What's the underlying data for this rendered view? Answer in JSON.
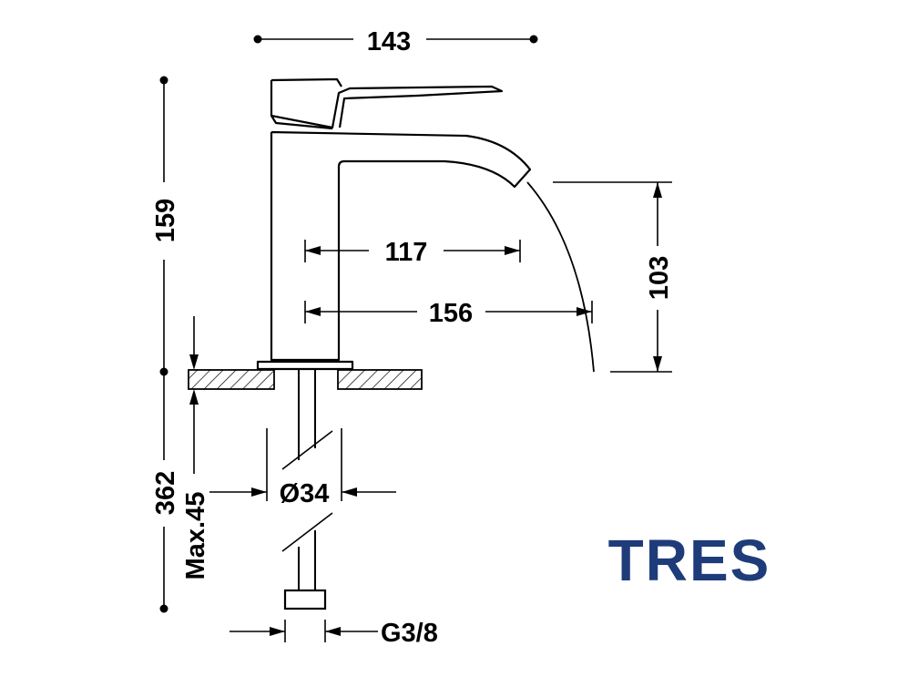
{
  "dimensions": {
    "width_top": "143",
    "height_total": "159",
    "reach_117": "117",
    "reach_156": "156",
    "spout_height": "103",
    "below_deck": "362",
    "max_thickness": "Max.45",
    "hole_diameter": "Ø34",
    "connection": "G3/8"
  },
  "logo": {
    "text": "TRES",
    "color": "#1f3c7a"
  },
  "colors": {
    "line": "#000000",
    "background": "#ffffff"
  }
}
